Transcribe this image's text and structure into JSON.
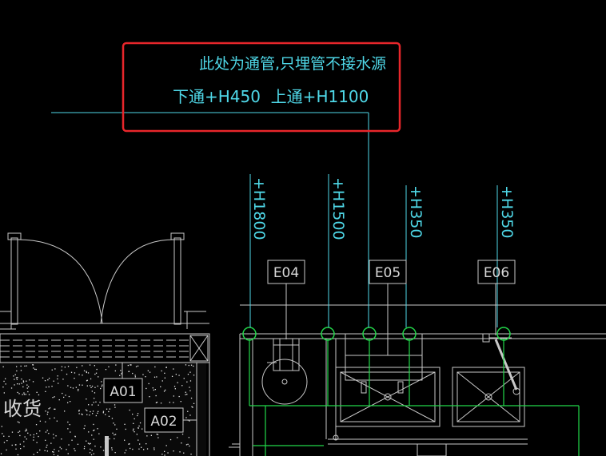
{
  "annotation": {
    "line1": "此处为通管,只埋管不接水源",
    "line2": "下通+H450  上通+H1100"
  },
  "height_labels": [
    {
      "id": "h1800",
      "text": "+H1800"
    },
    {
      "id": "h1500",
      "text": "+H1500"
    },
    {
      "id": "h350a",
      "text": "+H350"
    },
    {
      "id": "h350b",
      "text": "+H350"
    }
  ],
  "equipment_tags": [
    {
      "id": "e04",
      "text": "E04"
    },
    {
      "id": "e05",
      "text": "E05"
    },
    {
      "id": "e06",
      "text": "E06"
    }
  ],
  "area_tags": [
    {
      "id": "a01",
      "text": "A01"
    },
    {
      "id": "a02",
      "text": "A02"
    }
  ],
  "room_label": "收货",
  "colors": {
    "background": "#000000",
    "text": "#4fd8e8",
    "highlight_box": "#e8262b",
    "pipe": "#22d84a",
    "linework": "#c8c8c8",
    "hatch_speckle": "#e6e6e6"
  }
}
